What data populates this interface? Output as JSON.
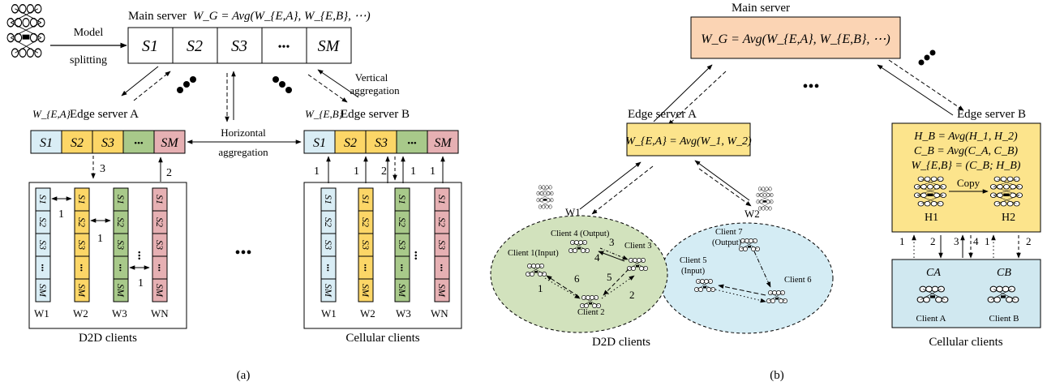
{
  "panel_a": {
    "model_splitting": [
      "Model",
      "splitting"
    ],
    "main_server_label": "Main server",
    "main_server_formula": "W_G = Avg(W_{E,A}, W_{E,B}, ⋯)",
    "segments": [
      "S1",
      "S2",
      "S3",
      "•••",
      "SM"
    ],
    "vertical_aggregation": [
      "Vertical",
      "aggregation"
    ],
    "horizontal_aggregation": [
      "Horizontal",
      "aggregation"
    ],
    "edge_a_weight": "W_{E,A}",
    "edge_a_label": "Edge server A",
    "edge_b_weight": "W_{E,B}",
    "edge_b_label": "Edge server B",
    "arrow_numbers": {
      "three": "3",
      "two": "2",
      "one": "1"
    },
    "client_weights": [
      "W1",
      "W2",
      "W3",
      "WN"
    ],
    "ellipsis": "•••",
    "d2d_label": "D2D clients",
    "cellular_label": "Cellular clients",
    "caption": "(a)"
  },
  "panel_b": {
    "main_server_label": "Main server",
    "main_formula": "W_G = Avg(W_{E,A}, W_{E,B}, ⋯)",
    "edge_a_label": "Edge server A",
    "edge_a_formula": "W_{E,A} = Avg(W_1, W_2)",
    "edge_b_label": "Edge server B",
    "edge_b_formulas": [
      "H_B = Avg(H_1, H_2)",
      "C_B = Avg(C_A, C_B)",
      "W_{E,B} = (C_B; H_B)"
    ],
    "copy_label": "Copy",
    "h1": "H1",
    "h2": "H2",
    "w1": "W1",
    "w2": "W2",
    "d2d_clients": {
      "client4": "Client 4 (Output)",
      "client1": "Client 1(Input)",
      "client3": "Client 3",
      "client2": "Client 2",
      "client7": [
        "Client 7",
        "(Output)"
      ],
      "client5": [
        "Client 5",
        "(Input)"
      ],
      "client6": "Client 6",
      "step_numbers": [
        "1",
        "2",
        "3",
        "4",
        "5",
        "6"
      ]
    },
    "cellular": {
      "ca": "CA",
      "cb": "CB",
      "client_a": "Client A",
      "client_b": "Client B",
      "arrow_numbers": [
        "1",
        "2",
        "3",
        "4",
        "1",
        "2"
      ]
    },
    "ellipsis": "•••",
    "d2d_label": "D2D clients",
    "cellular_label": "Cellular clients",
    "caption": "(b)"
  },
  "colors": {
    "blue": "#d9edf5",
    "yellow": "#fcd667",
    "green": "#a8c98a",
    "pink": "#e6b0b3",
    "main_box": "#fbd4b4",
    "edge_box": "#fce48c",
    "d2d_green": "#d2e2bd",
    "d2d_blue": "#d4ecf4",
    "cell_blue": "#d0e8f0"
  }
}
